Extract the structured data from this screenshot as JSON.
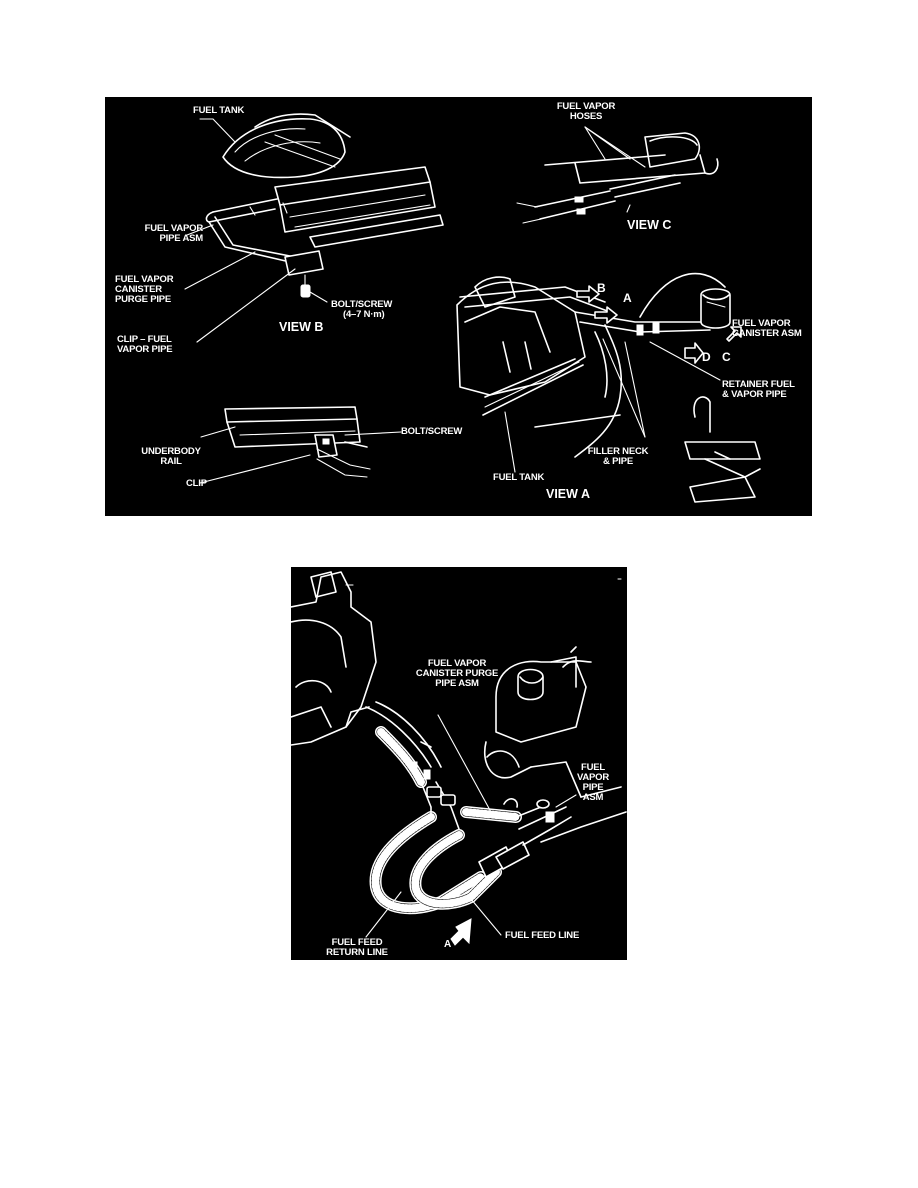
{
  "figure1": {
    "view_b": {
      "title": "VIEW B",
      "fuel_tank": "FUEL TANK",
      "fuel_vapor_pipe_asm": [
        "FUEL VAPOR",
        "PIPE ASM"
      ],
      "canister_purge_pipe": [
        "FUEL VAPOR",
        "CANISTER",
        "PURGE PIPE"
      ],
      "bolt_screw": "BOLT/SCREW",
      "torque": "(4–7 N·m)",
      "clip_fuel_vapor_pipe": [
        "CLIP – FUEL",
        "VAPOR PIPE"
      ]
    },
    "view_c": {
      "title": "VIEW C",
      "fuel_vapor_hoses": [
        "FUEL VAPOR",
        "HOSES"
      ]
    },
    "view_a": {
      "title": "VIEW A",
      "arrow_b": "B",
      "arrow_a": "A",
      "arrow_d": "D",
      "arrow_c": "C",
      "fuel_vapor_canister_asm": [
        "FUEL VAPOR",
        "CANISTER ASM"
      ],
      "retainer": [
        "RETAINER FUEL",
        "& VAPOR PIPE"
      ],
      "filler_neck": [
        "FILLER NECK",
        "& PIPE"
      ],
      "fuel_tank": "FUEL TANK"
    },
    "view_d": {
      "title": "VIEW D",
      "underbody_rail": [
        "UNDERBODY",
        "RAIL"
      ],
      "bolt_screw": "BOLT/SCREW",
      "clip": "CLIP"
    }
  },
  "figure2": {
    "purge_pipe_asm": [
      "FUEL VAPOR",
      "CANISTER PURGE",
      "PIPE ASM"
    ],
    "fuel_vapor_pipe_asm": [
      "FUEL",
      "VAPOR",
      "PIPE",
      "ASM"
    ],
    "fuel_feed_return_line": [
      "FUEL FEED",
      "RETURN LINE"
    ],
    "fuel_feed_line": "FUEL FEED LINE",
    "view_arrow": "A"
  }
}
